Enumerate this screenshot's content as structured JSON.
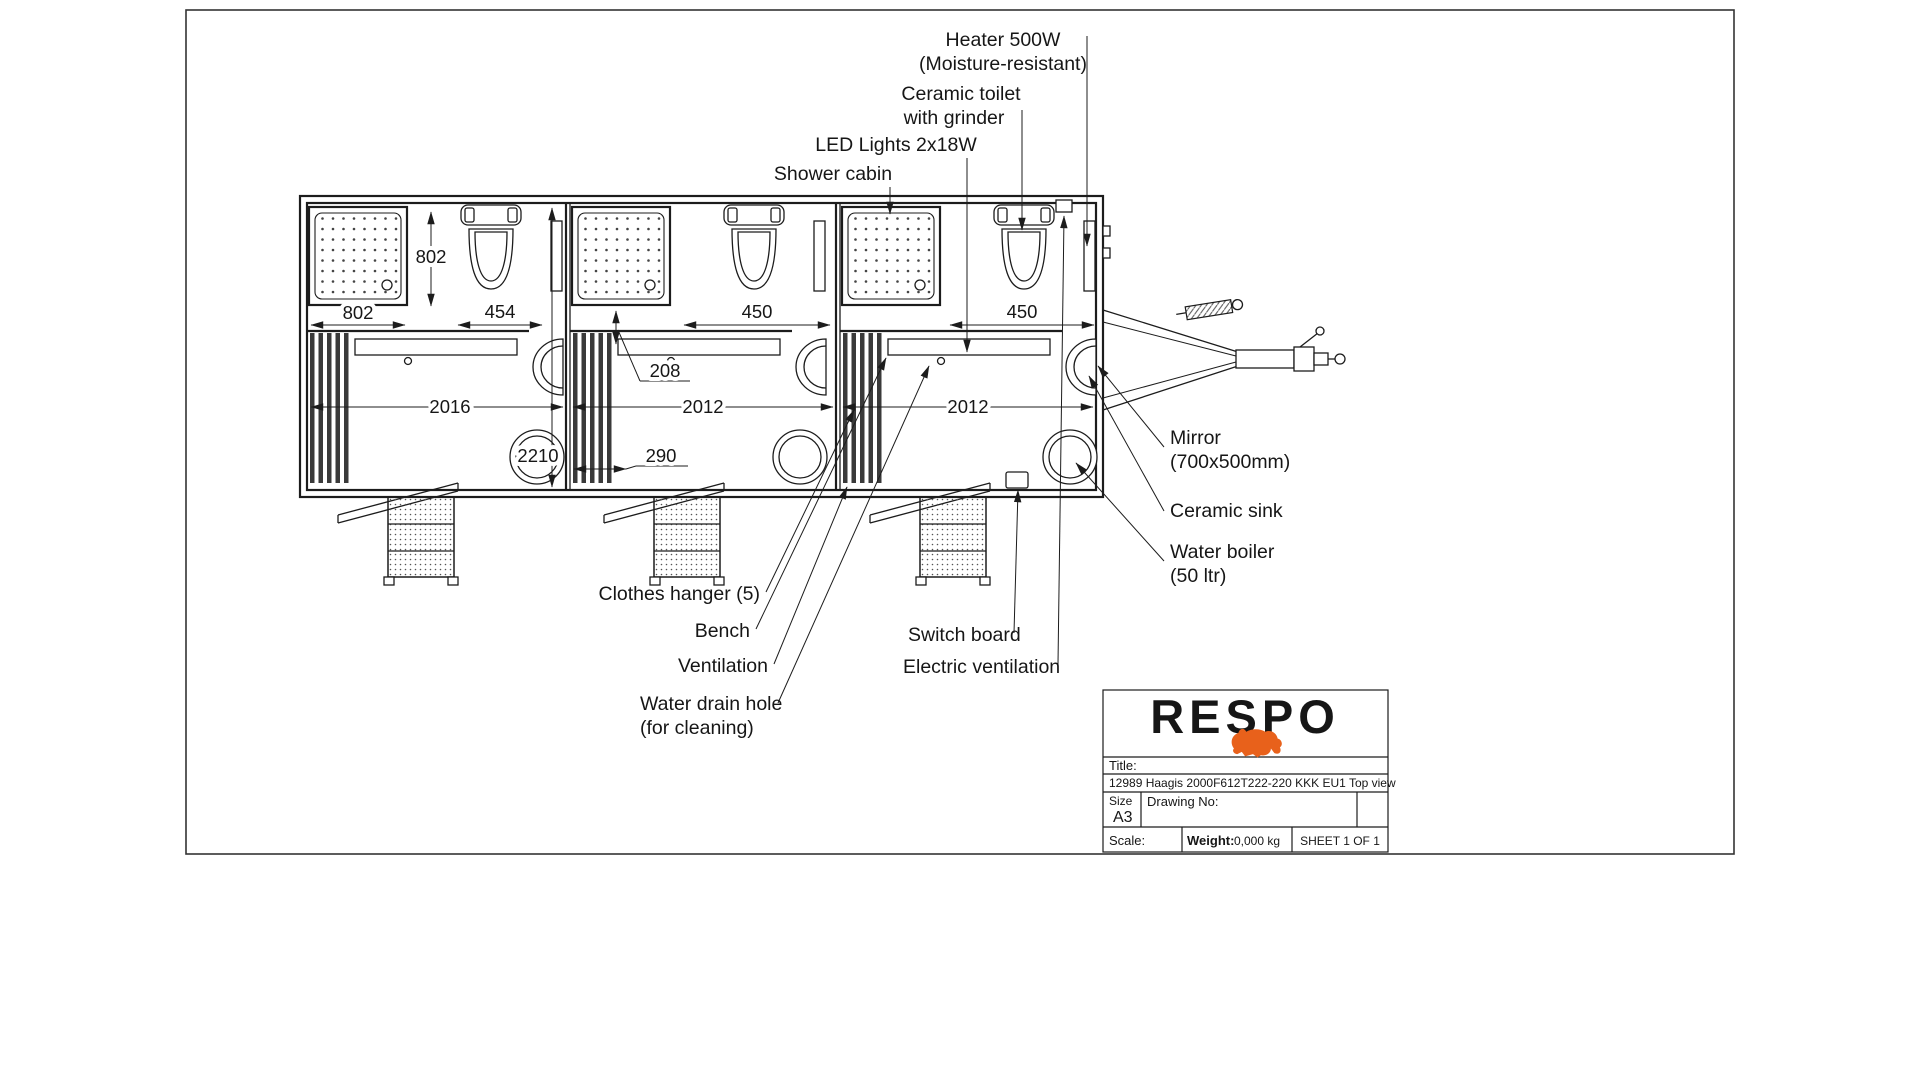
{
  "drawing": {
    "callouts": {
      "heater_line1": "Heater 500W",
      "heater_line2": "(Moisture-resistant)",
      "ceramic_toilet_line1": "Ceramic toilet",
      "ceramic_toilet_line2": "with grinder",
      "led_lights": "LED Lights 2x18W",
      "shower_cabin": "Shower cabin",
      "mirror_line1": "Mirror",
      "mirror_line2": "(700x500mm)",
      "ceramic_sink": "Ceramic sink",
      "water_boiler_line1": "Water boiler",
      "water_boiler_line2": "(50 ltr)",
      "clothes_hanger": "Clothes hanger (5)",
      "bench": "Bench",
      "ventilation": "Ventilation",
      "water_drain_line1": "Water drain hole",
      "water_drain_line2": "(for cleaning)",
      "switch_board": "Switch board",
      "electric_ventilation": "Electric ventilation"
    },
    "dimensions": {
      "shower_depth": "802",
      "shower_width": "802",
      "toilet1_width": "454",
      "toilet2_width": "450",
      "toilet3_width": "450",
      "wall_gap": "208",
      "room1_width": "2016",
      "room2_width": "2012",
      "room3_width": "2012",
      "interior_depth": "2210",
      "hanger_depth": "290"
    }
  },
  "title_block": {
    "brand": "RESPO",
    "title_label": "Title:",
    "title_value": "12989 Haagis 2000F612T222-220 KKK EU1 Top view",
    "size_label": "Size",
    "size_value": "A3",
    "drawing_no_label": "Drawing No:",
    "scale_label": "Scale:",
    "weight_label": "Weight:",
    "weight_value": "0,000 kg",
    "sheet_label": "SHEET 1 OF 1"
  },
  "colors": {
    "brand_orange": "#E8611B",
    "line": "#1c1c1c"
  }
}
